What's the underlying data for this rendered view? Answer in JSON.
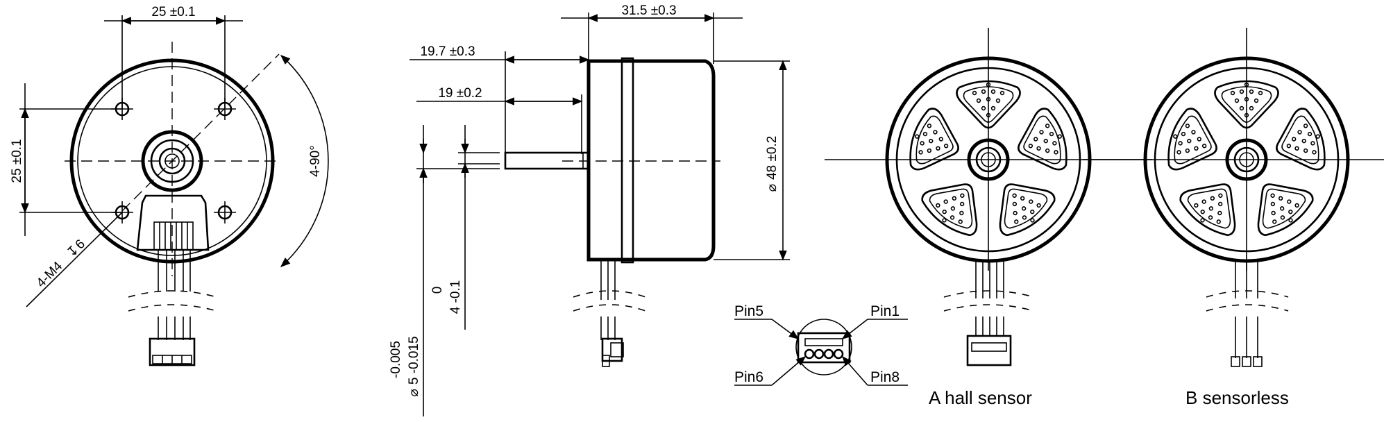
{
  "dimensions": {
    "front_width": "25 ±0.1",
    "front_height": "25 ±0.1",
    "mount_holes": "4-M4",
    "mount_depth": "6",
    "angle": "4-90°",
    "body_length": "31.5 ±0.3",
    "shaft_len_a": "19.7 ±0.3",
    "shaft_len_b": "19 ±0.2",
    "diameter": "48 ±0.2",
    "flat_top": "0",
    "flat_value": "4 -0.1",
    "shaft_tol_top": "-0.005",
    "shaft_value": "5 -0.015"
  },
  "pins": {
    "pin5": "Pin5",
    "pin1": "Pin1",
    "pin6": "Pin6",
    "pin8": "Pin8"
  },
  "captions": {
    "a": "A  hall sensor",
    "b": "B  sensorless"
  },
  "symbols": {
    "diameter_glyph": "⌀",
    "depth_glyph": "↧"
  },
  "colors": {
    "ink": "#000000",
    "paper": "#ffffff"
  }
}
